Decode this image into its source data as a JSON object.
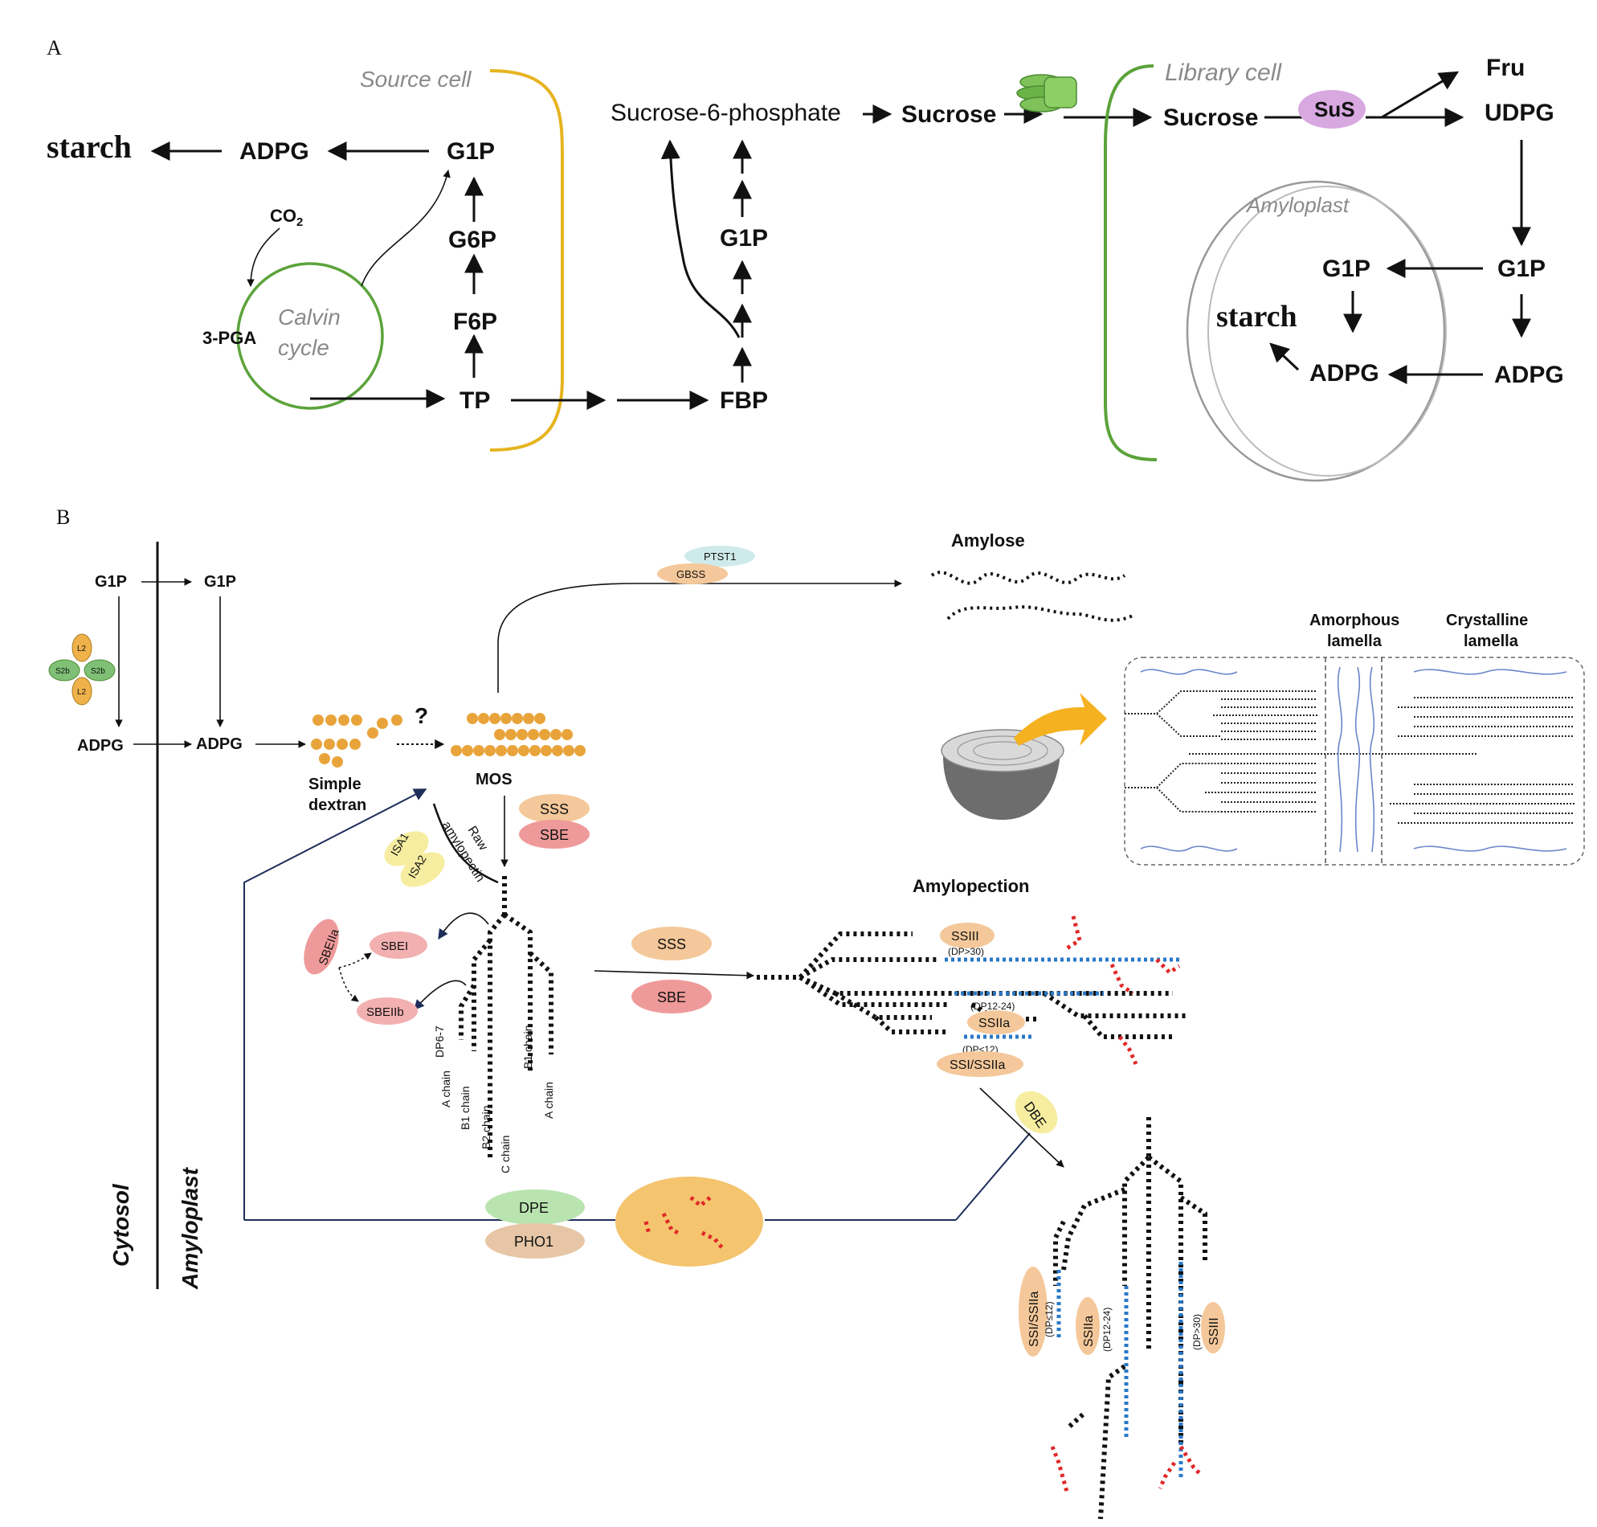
{
  "panels": {
    "a": "A",
    "b": "B"
  },
  "panel_a": {
    "source_cell": "Source cell",
    "library_cell": "Library cell",
    "amyloplast": "Amyloplast",
    "calvin": "Calvin",
    "cycle": "cycle",
    "co2": "CO",
    "co2_sub": "2",
    "pga": "3-PGA",
    "starch": "starch",
    "adpg": "ADPG",
    "g1p": "G1P",
    "g6p": "G6P",
    "f6p": "F6P",
    "tp": "TP",
    "fbp": "FBP",
    "s6p": "Sucrose-6-phosphate",
    "sucrose": "Sucrose",
    "sus": "SuS",
    "fru": "Fru",
    "udpg": "UDPG"
  },
  "panel_b": {
    "cytosol": "Cytosol",
    "amyloplast": "Amyloplast",
    "g1p": "G1P",
    "adpg": "ADPG",
    "l2": "L2",
    "s2b": "S2b",
    "simple": "Simple",
    "dextran": "dextran",
    "question": "?",
    "mos": "MOS",
    "ptst1": "PTST1",
    "gbss": "GBSS",
    "amylose": "Amylose",
    "amorphous": "Amorphous",
    "lamella": "lamella",
    "crystalline": "Crystalline",
    "sss": "SSS",
    "sbe": "SBE",
    "isa1": "ISA1",
    "isa2": "ISA2",
    "raw": "Raw",
    "amylopectin_raw": "amylopectin",
    "sbeiia": "SBEIIa",
    "sbei": "SBEI",
    "sbeiib": "SBEIIb",
    "dp67": "DP6-7",
    "a_chain": "A chain",
    "b1_chain": "B1 chain",
    "b2_chain": "B2 chain",
    "c_chain": "C chain",
    "amylopection": "Amylopection",
    "ssiii": "SSIII",
    "dp30": "(DP>30)",
    "dp1224": "(DP12-24)",
    "ssiia": "SSIIa",
    "dp12": "(DP≤12)",
    "ssi_ssiia": "SSI/SSIIa",
    "dbe": "DBE",
    "dpe": "DPE",
    "pho1": "PHO1"
  }
}
